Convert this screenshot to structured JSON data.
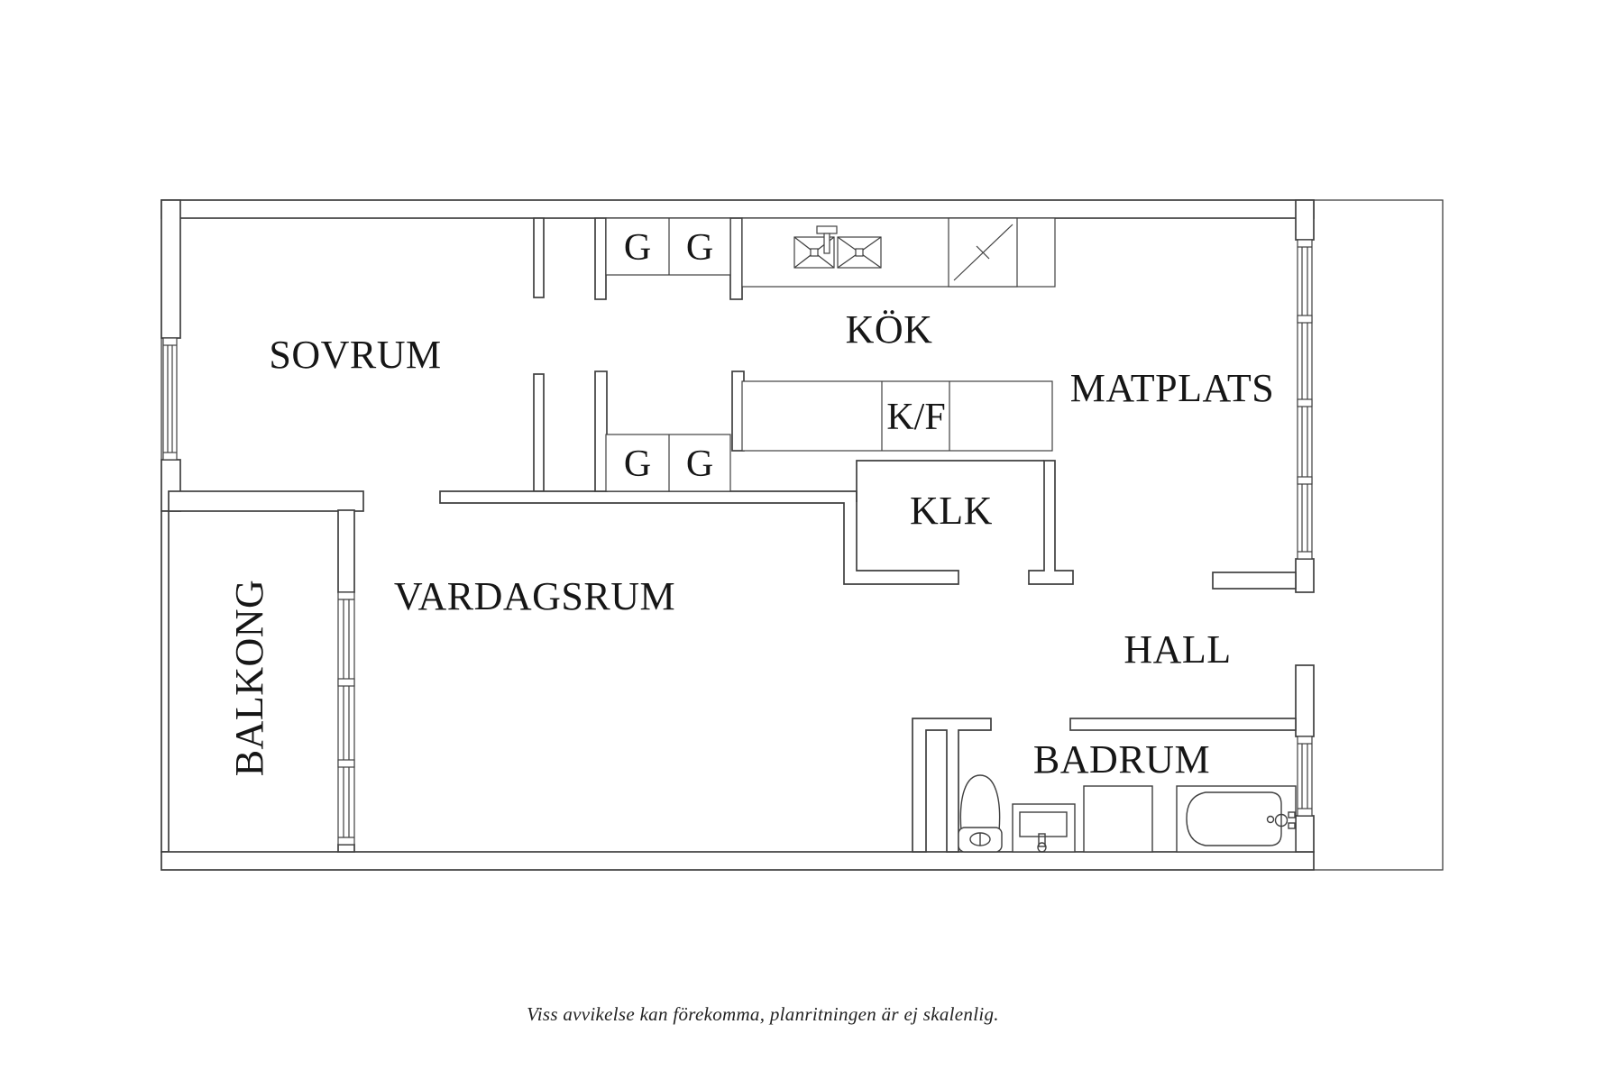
{
  "plan": {
    "rooms": {
      "sovrum": "SOVRUM",
      "kok": "KÖK",
      "matplats": "MATPLATS",
      "klk": "KLK",
      "vardagsrum": "VARDAGSRUM",
      "balkong": "BALKONG",
      "hall": "HALL",
      "badrum": "BADRUM"
    },
    "labels": {
      "fridge_freezer": "K/F",
      "wardrobe": "G"
    },
    "footer": "Viss avvikelse kan förekomma, planritningen är ej skalenlig.",
    "colors": {
      "line": "#3f3f3f",
      "background": "#ffffff",
      "text": "#161616"
    }
  }
}
